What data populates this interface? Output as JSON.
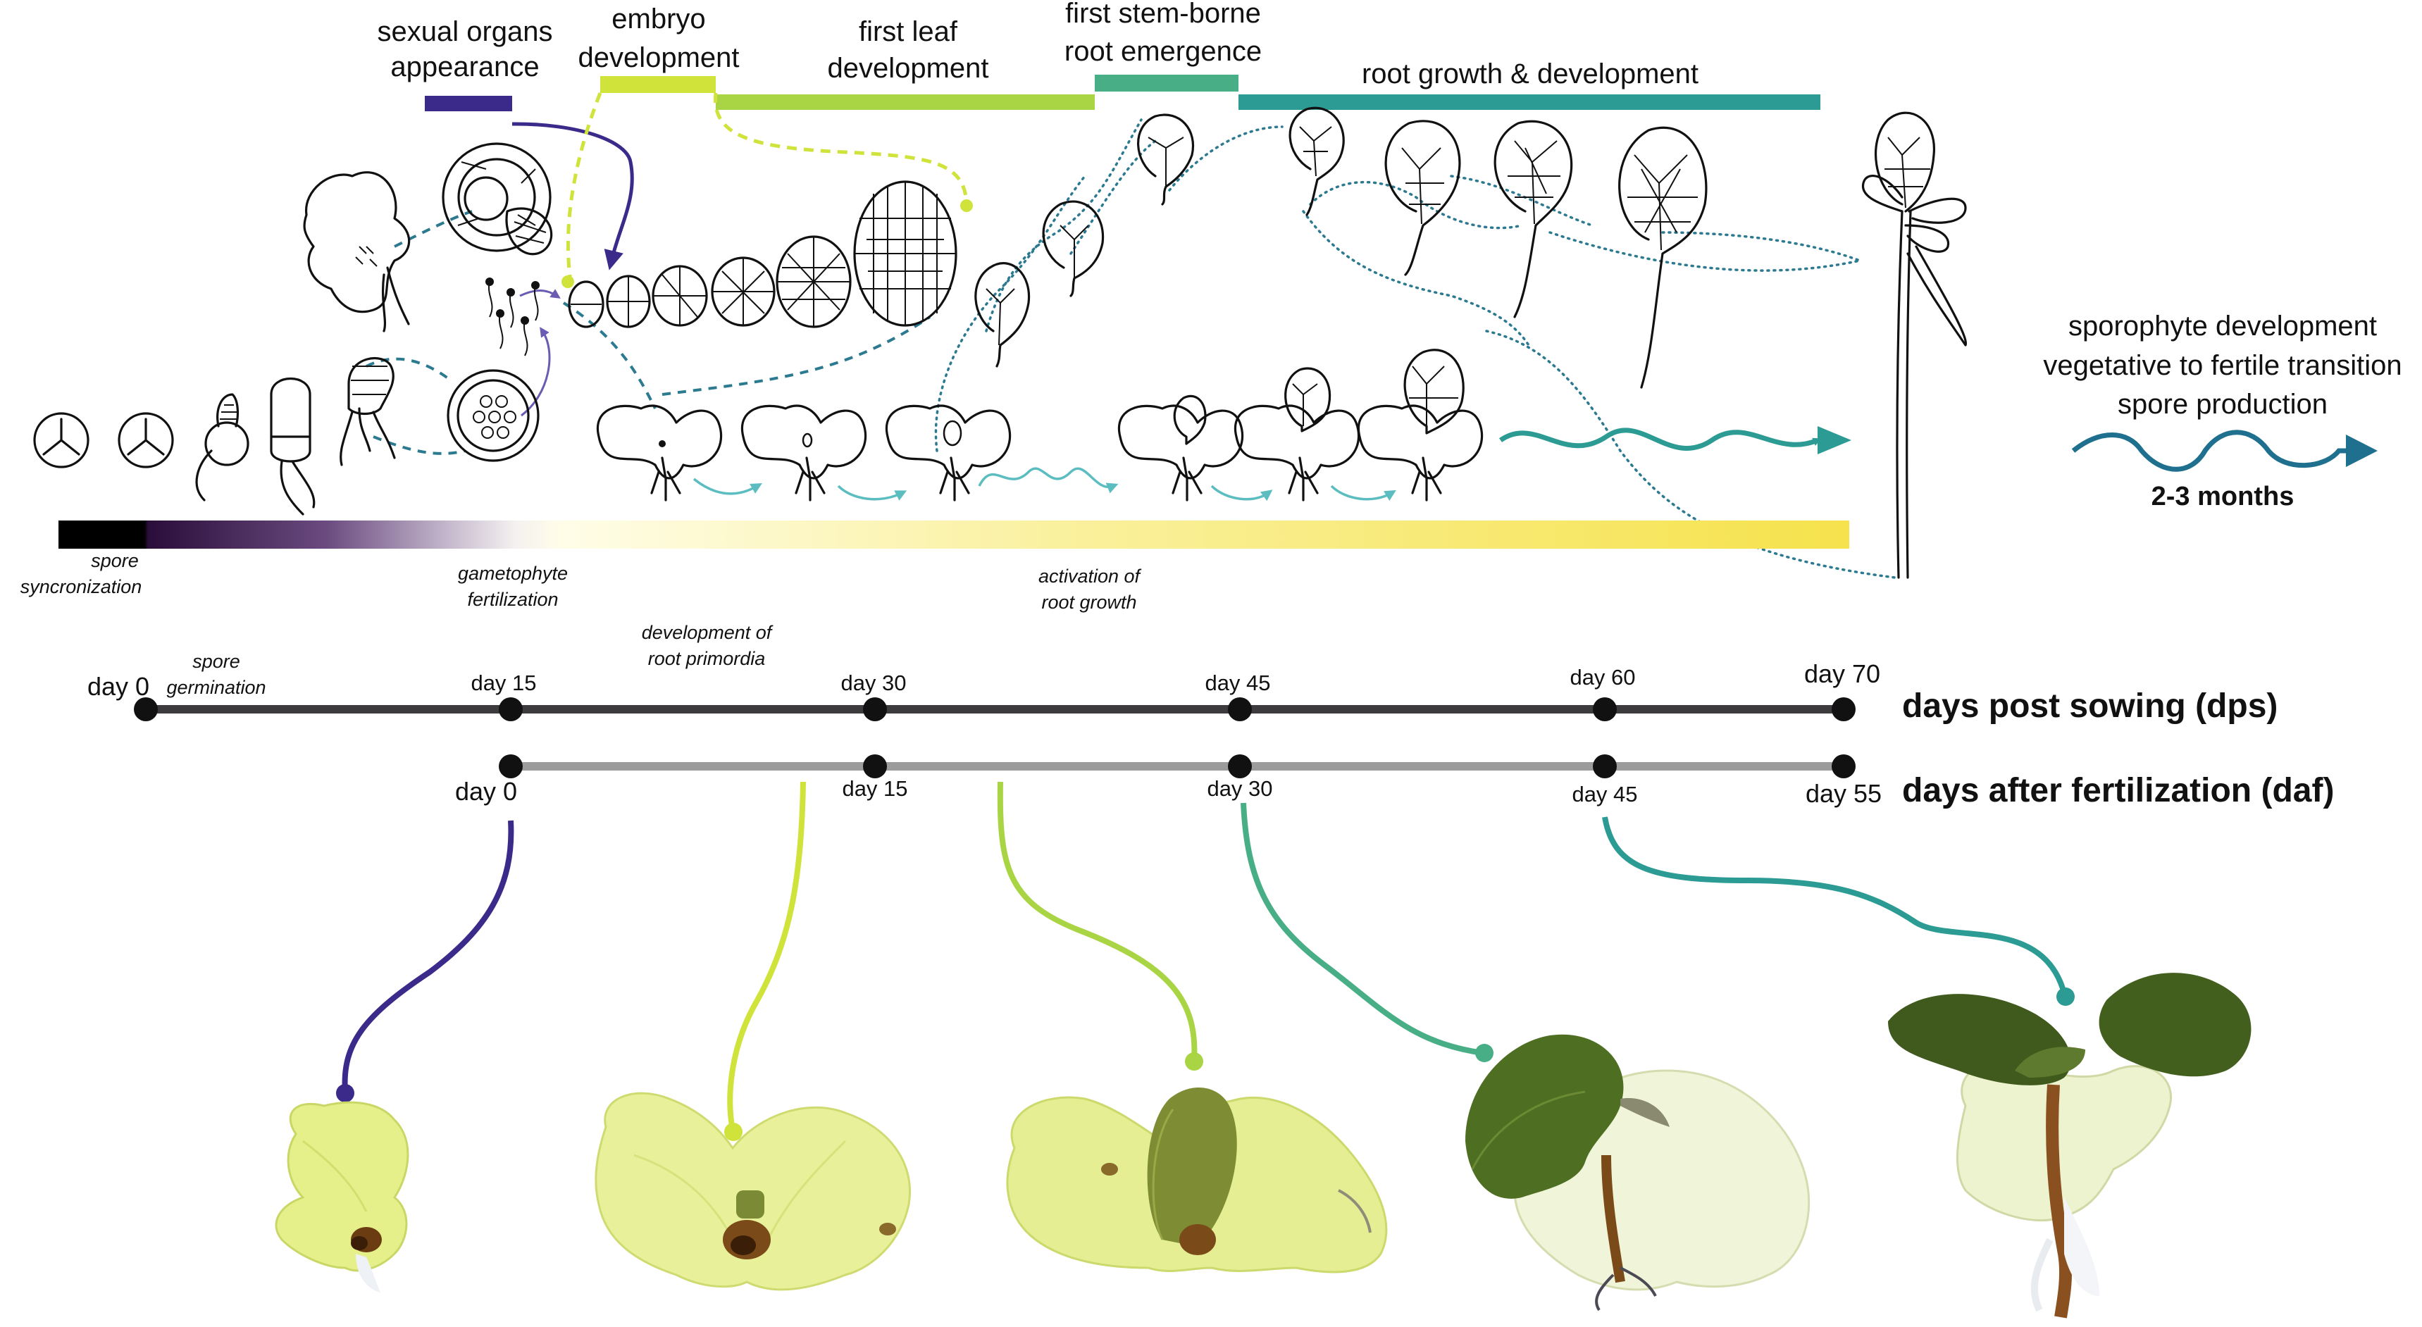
{
  "stages": [
    {
      "id": "sexual-organs",
      "line1": "sexual organs",
      "line2": "appearance",
      "color": "#3b2a8a"
    },
    {
      "id": "embryo",
      "line1": "embryo",
      "line2": "development",
      "color": "#cfe33a"
    },
    {
      "id": "first-leaf",
      "line1": "first leaf",
      "line2": "development",
      "color": "#a9d444"
    },
    {
      "id": "first-root",
      "line1": "first stem-borne",
      "line2": "root emergence",
      "color": "#48ae86"
    },
    {
      "id": "root-growth",
      "line1": "root growth & development",
      "line2": "",
      "color": "#2c9b93"
    }
  ],
  "annotations": {
    "spore_sync_1": "spore",
    "spore_sync_2": "syncronization",
    "gametophyte_1": "gametophyte",
    "gametophyte_2": "fertilization",
    "spore_germ_1": "spore",
    "spore_germ_2": "germination",
    "root_primordia_1": "development of",
    "root_primordia_2": "root primordia",
    "root_growth_1": "activation of",
    "root_growth_2": "root growth"
  },
  "right_panel": {
    "line1": "sporophyte development",
    "line2": "vegetative to fertile transition",
    "line3": "spore production",
    "duration": "2-3 months"
  },
  "dps_axis": {
    "title": "days post sowing (dps)",
    "ticks": [
      "day 0",
      "day 15",
      "day 30",
      "day 45",
      "day 60",
      "day 70"
    ]
  },
  "daf_axis": {
    "title": "days after fertilization (daf)",
    "ticks": [
      "day 0",
      "day 15",
      "day 30",
      "day 45",
      "day 55"
    ]
  },
  "colors": {
    "dps_line": "#3d3b3e",
    "daf_line": "#9c9c9c",
    "purple": "#3b2a8a",
    "lime": "#cfe33a",
    "green": "#a9d444",
    "teal": "#48ae86",
    "dark_teal": "#2c9b93",
    "arrow_blue": "#1f6f8e",
    "yellow": "#f5e04a"
  }
}
